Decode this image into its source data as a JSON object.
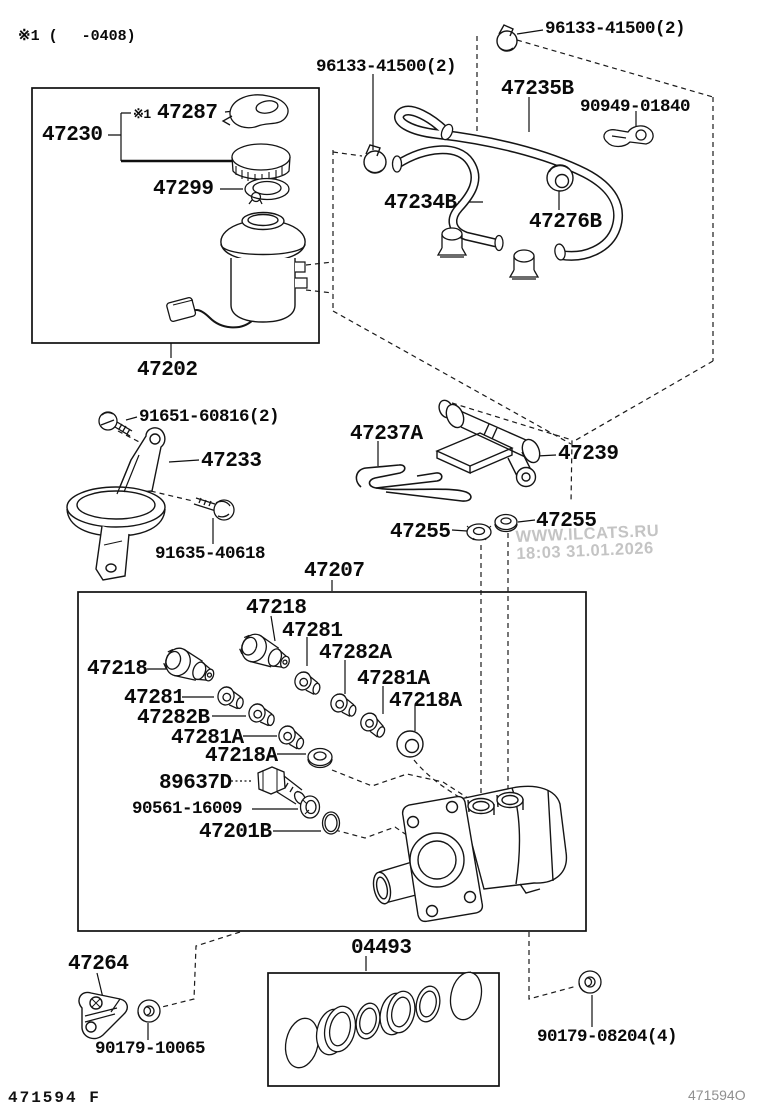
{
  "page": {
    "note_top": "※1 (　 -0408)",
    "footer_left": "471594 F",
    "footer_right": "471594O",
    "watermark_line1": "WWW.ILCATS.RU",
    "watermark_line2": "18:03 31.01.2026"
  },
  "labels": [
    {
      "id": "96133-top",
      "text": "96133-41500(2)"
    },
    {
      "id": "96133-mid",
      "text": "96133-41500(2)"
    },
    {
      "id": "47235B",
      "text": "47235B"
    },
    {
      "id": "90949-01840",
      "text": "90949-01840"
    },
    {
      "id": "47230",
      "text": "47230"
    },
    {
      "id": "note-47287",
      "text": "※1"
    },
    {
      "id": "47287",
      "text": "47287"
    },
    {
      "id": "47299",
      "text": "47299"
    },
    {
      "id": "47202",
      "text": "47202"
    },
    {
      "id": "47234B",
      "text": "47234B"
    },
    {
      "id": "47276B",
      "text": "47276B"
    },
    {
      "id": "91651-60816",
      "text": "91651-60816(2)"
    },
    {
      "id": "47233",
      "text": "47233"
    },
    {
      "id": "91635-40618",
      "text": "91635-40618"
    },
    {
      "id": "47237A",
      "text": "47237A"
    },
    {
      "id": "47239",
      "text": "47239"
    },
    {
      "id": "47255-left",
      "text": "47255"
    },
    {
      "id": "47255-right",
      "text": "47255"
    },
    {
      "id": "47207",
      "text": "47207"
    },
    {
      "id": "47218-top",
      "text": "47218"
    },
    {
      "id": "47281-top",
      "text": "47281"
    },
    {
      "id": "47282A",
      "text": "47282A"
    },
    {
      "id": "47218-left",
      "text": "47218"
    },
    {
      "id": "47281-left",
      "text": "47281"
    },
    {
      "id": "47282B",
      "text": "47282B"
    },
    {
      "id": "47281A-left",
      "text": "47281A"
    },
    {
      "id": "47218A-left",
      "text": "47218A"
    },
    {
      "id": "47281A-right",
      "text": "47281A"
    },
    {
      "id": "47218A-right",
      "text": "47218A"
    },
    {
      "id": "89637D",
      "text": "89637D"
    },
    {
      "id": "90561-16009",
      "text": "90561-16009"
    },
    {
      "id": "47201B",
      "text": "47201B"
    },
    {
      "id": "04493",
      "text": "04493"
    },
    {
      "id": "47264",
      "text": "47264"
    },
    {
      "id": "90179-10065",
      "text": "90179-10065"
    },
    {
      "id": "90179-08204",
      "text": "90179-08204(4)"
    }
  ]
}
